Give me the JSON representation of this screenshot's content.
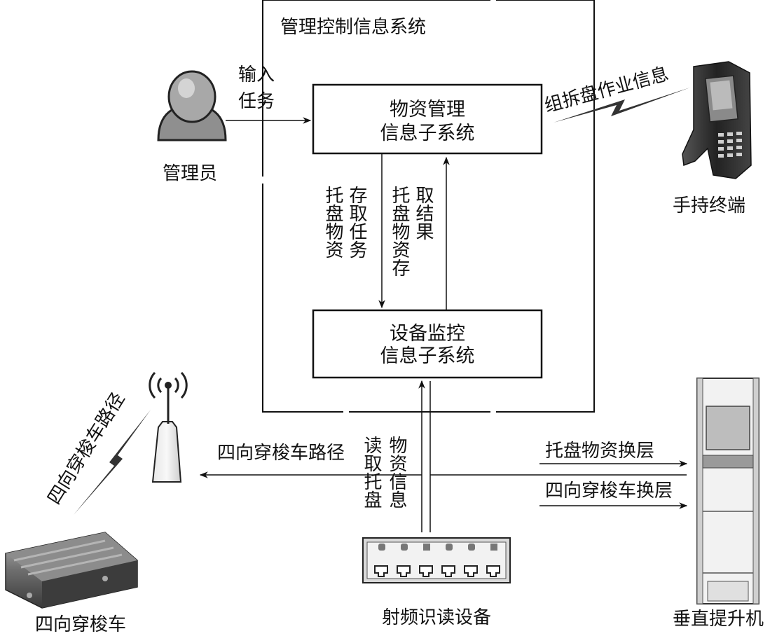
{
  "system_title": "管理控制信息系统",
  "boxes": {
    "material": [
      "物资管理",
      "信息子系统"
    ],
    "equipment": [
      "设备监控",
      "信息子系统"
    ]
  },
  "actors": {
    "admin": "管理员",
    "handheld": "手持终端",
    "shuttle": "四向穿梭车",
    "rfid": "射频识读设备",
    "lift": "垂直提升机"
  },
  "flows": {
    "input_task": [
      "输入",
      "任务"
    ],
    "handheld_info": "组拆盘作业信息",
    "access_task": [
      "托盘物资",
      "存取任务"
    ],
    "access_result": [
      "托盘物资存",
      "取结果"
    ],
    "shuttle_path_h": "四向穿梭车路径",
    "shuttle_path_diag": "四向穿梭车路径",
    "read_info": [
      "读取托盘",
      "物资信息"
    ],
    "pallet_change_layer": "托盘物资换层",
    "shuttle_change_layer": "四向穿梭车换层"
  },
  "colors": {
    "line": "#111111",
    "figure_dark": "#333333",
    "figure_mid": "#9a9a9a",
    "figure_light": "#d8d8d8"
  },
  "icons": {
    "admin": "person-icon",
    "handheld": "handheld-terminal-icon",
    "antenna": "wireless-antenna-icon",
    "shuttle": "shuttle-vehicle-icon",
    "rfid": "rfid-reader-icon",
    "lift": "vertical-lift-icon"
  }
}
